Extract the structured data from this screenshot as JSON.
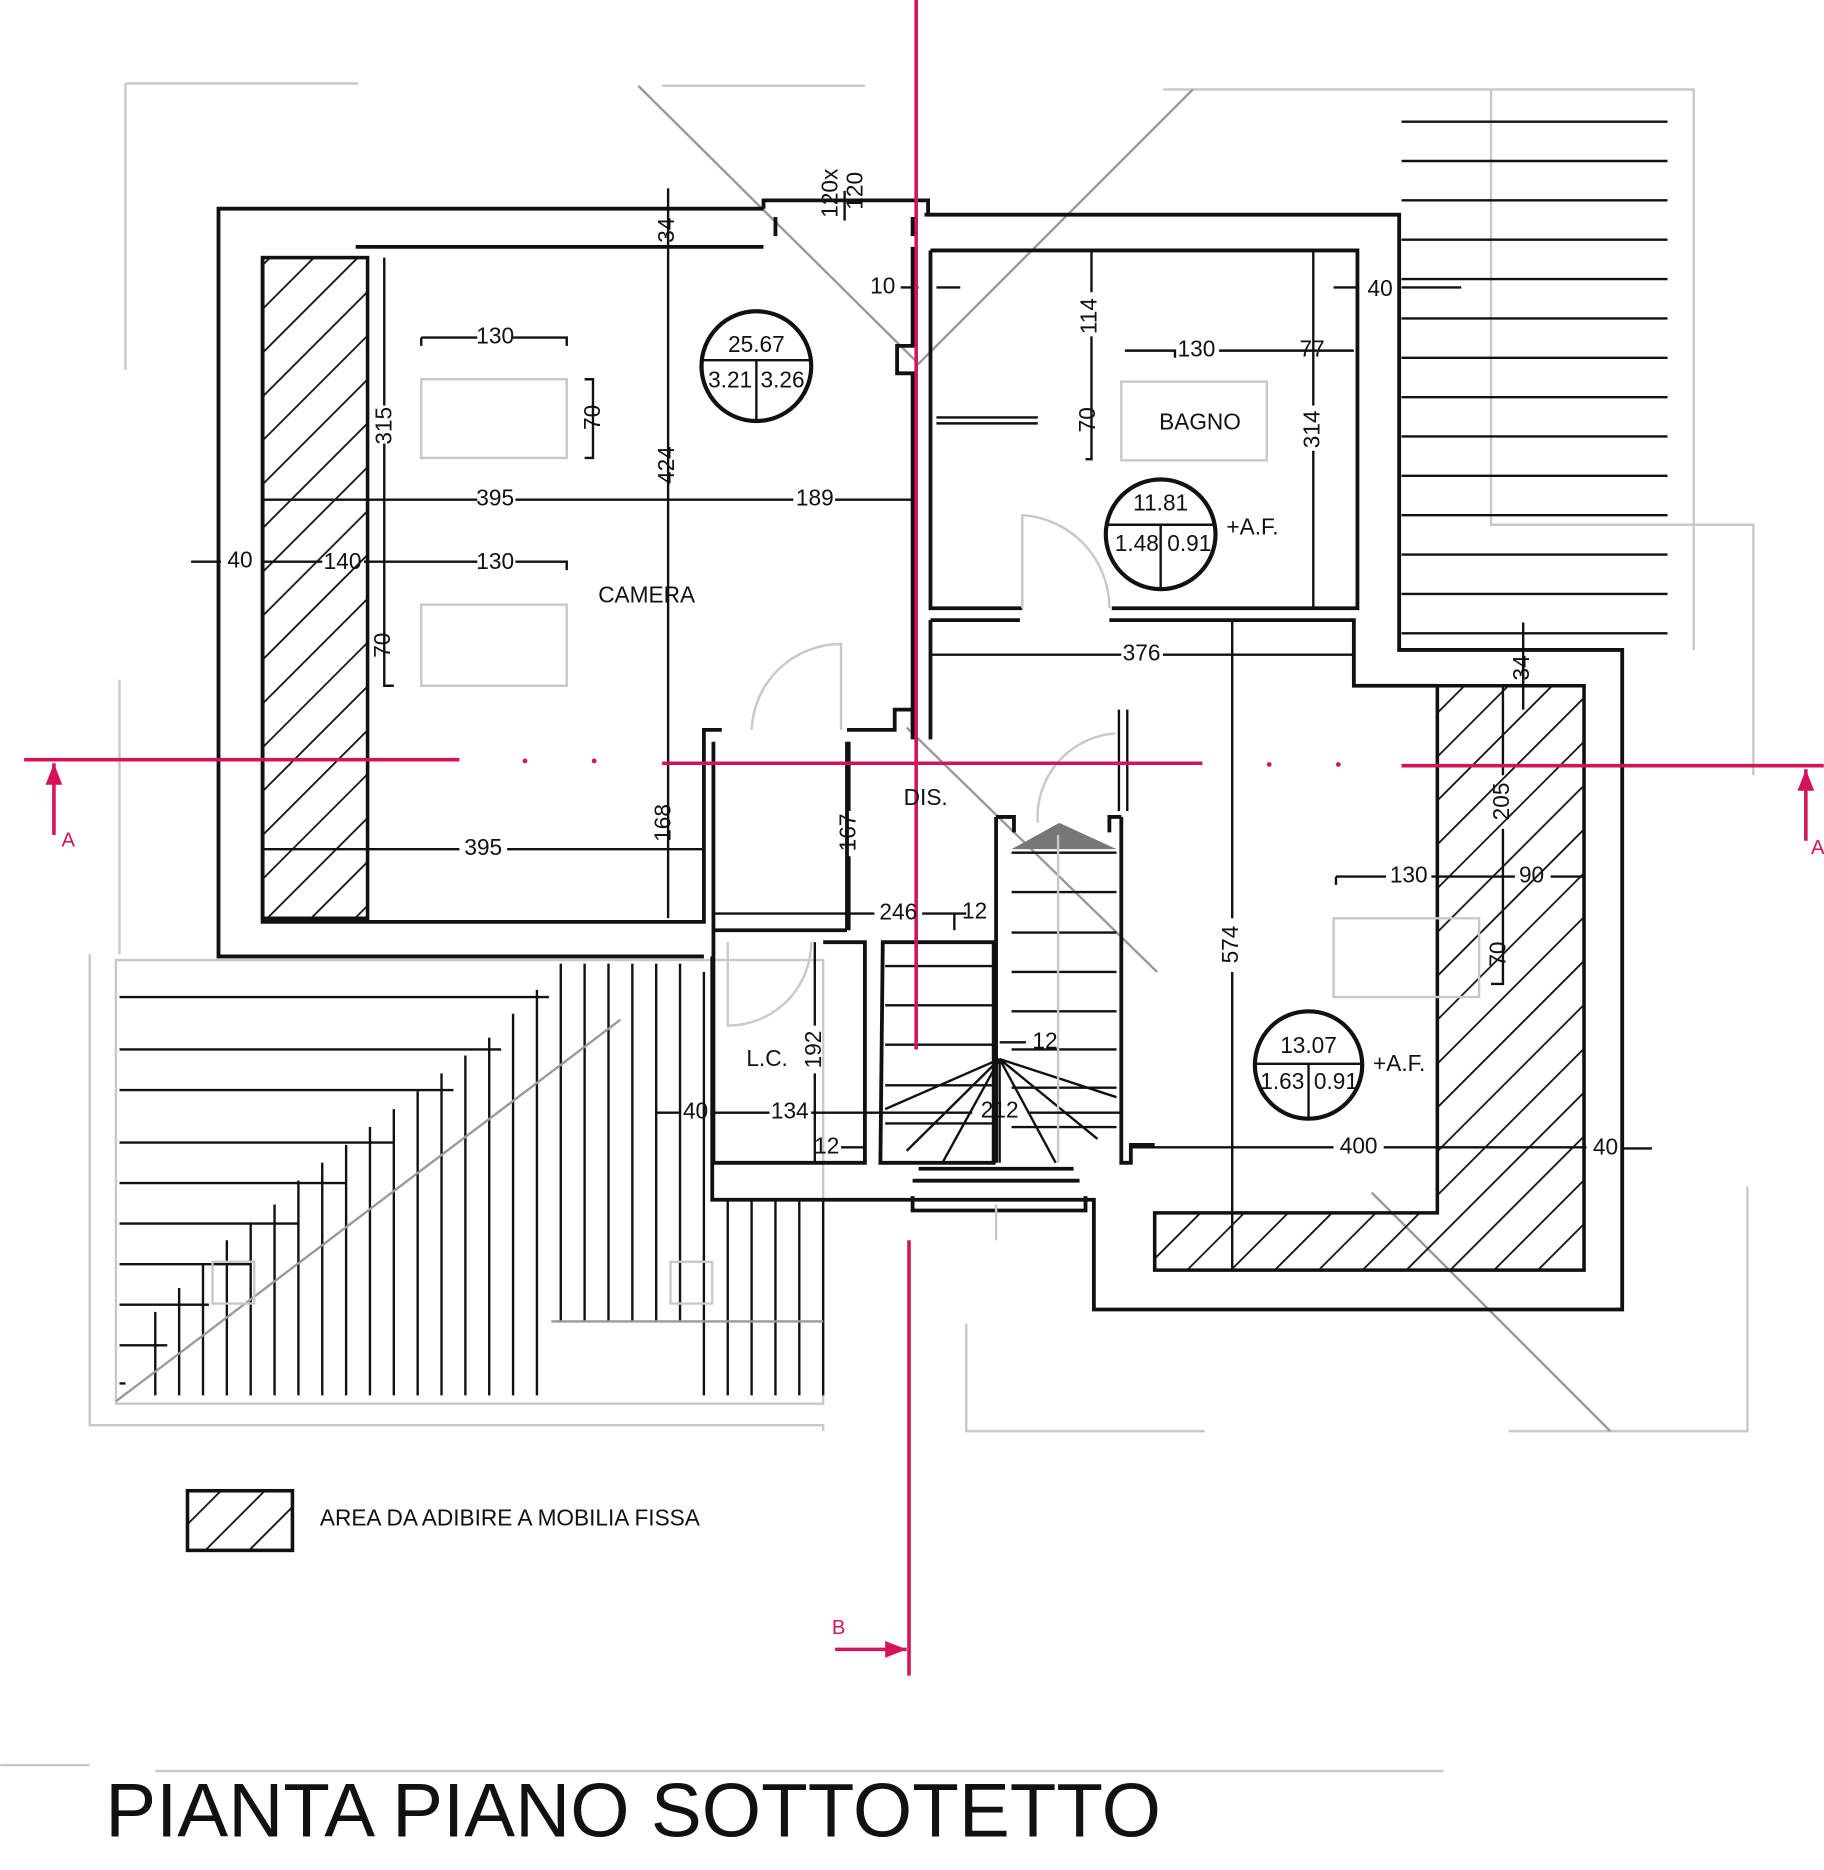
{
  "title": "PIANTA PIANO SOTTOTETTO",
  "legend": {
    "label": "AREA DA ADIBIRE A MOBILIA FISSA",
    "pattern": "diagonal-hatch"
  },
  "colors": {
    "section_lines": "#d4145a",
    "walls": "#111111",
    "guides": "#9a9a9a"
  },
  "rooms": [
    {
      "name": "CAMERA",
      "area": "25.67",
      "ratio_a": "3.21",
      "ratio_b": "3.26",
      "note": ""
    },
    {
      "name": "BAGNO",
      "area": "11.81",
      "ratio_a": "1.48",
      "ratio_b": "0.91",
      "note": "+A.F."
    },
    {
      "name": "DIS.",
      "area": "",
      "ratio_a": "",
      "ratio_b": "",
      "note": ""
    },
    {
      "name": "L.C.",
      "area": "",
      "ratio_a": "",
      "ratio_b": "",
      "note": ""
    },
    {
      "name": "",
      "area": "13.07",
      "ratio_a": "1.63",
      "ratio_b": "0.91",
      "note": "+A.F."
    }
  ],
  "sections": {
    "a_left": "A",
    "a_right": "A",
    "b": "B"
  },
  "dimensions": [
    "34",
    "120x",
    "120",
    "10",
    "40",
    "130",
    "70",
    "315",
    "424",
    "395",
    "189",
    "114",
    "130",
    "77",
    "70",
    "314",
    "40",
    "140",
    "130",
    "70",
    "376",
    "34",
    "205",
    "168",
    "167",
    "395",
    "130",
    "90",
    "246",
    "12",
    "574",
    "70",
    "192",
    "12",
    "40",
    "134",
    "212",
    "12",
    "400",
    "40"
  ]
}
